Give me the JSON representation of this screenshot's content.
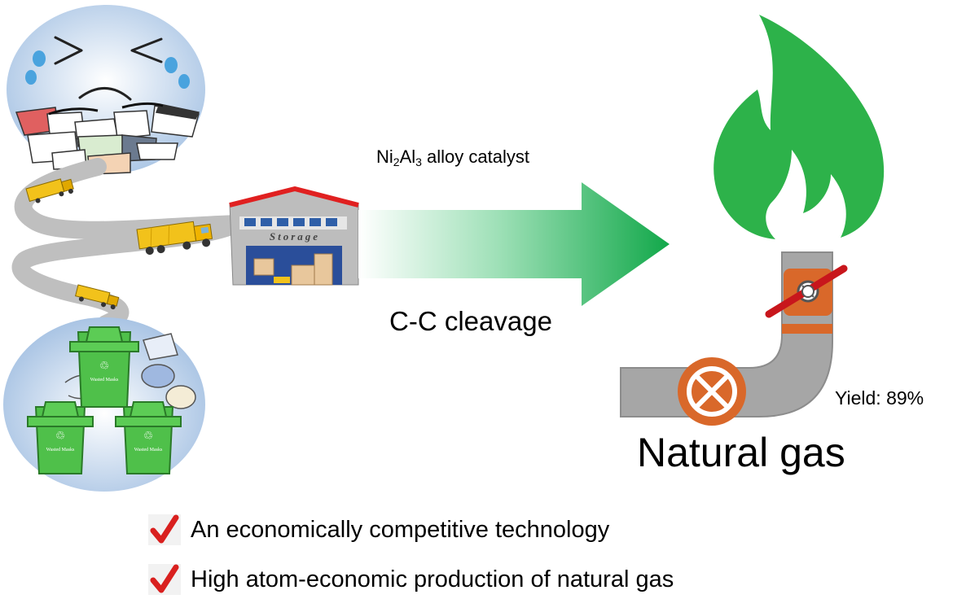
{
  "diagram": {
    "catalyst": {
      "prefix": "Ni",
      "sub1": "2",
      "mid": "Al",
      "sub2": "3",
      "suffix": " alloy catalyst"
    },
    "process_label": "C-C cleavage",
    "storage_label": "Storage",
    "bin_label": "Wasted Masks",
    "yield_label": "Yield: 89%",
    "product_label": "Natural gas",
    "bullets": [
      "An economically competitive technology",
      "High atom-economic production of natural gas"
    ],
    "colors": {
      "flame": "#2db24a",
      "arrow": "#12a84a",
      "bin": "#4fc04a",
      "pipe": "#a6a6a6",
      "valve": "#d9682a",
      "check": "#d9201f",
      "warehouse_roof": "#e02020"
    }
  }
}
